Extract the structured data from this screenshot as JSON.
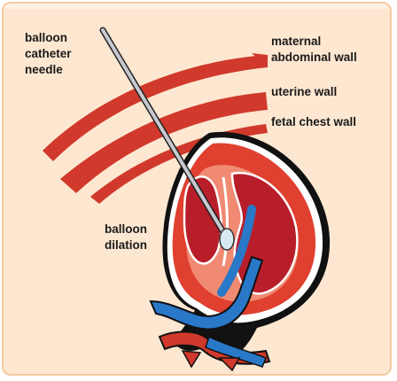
{
  "labels": {
    "needle": [
      "balloon",
      "catheter",
      "needle"
    ],
    "maternal_wall": [
      "maternal",
      "abdominal wall"
    ],
    "uterine_wall": "uterine wall",
    "fetal_chest_wall": "fetal chest wall",
    "balloon_dilation": [
      "balloon",
      "dilation"
    ]
  },
  "colors": {
    "background": "#fde7d1",
    "border": "#f4c9a0",
    "wall_red": "#d0392b",
    "heart_outer": "#e0402f",
    "heart_inner_dark": "#b81e2a",
    "vessel_blue": "#2a78c8",
    "needle_gray": "#c8c8d0"
  }
}
